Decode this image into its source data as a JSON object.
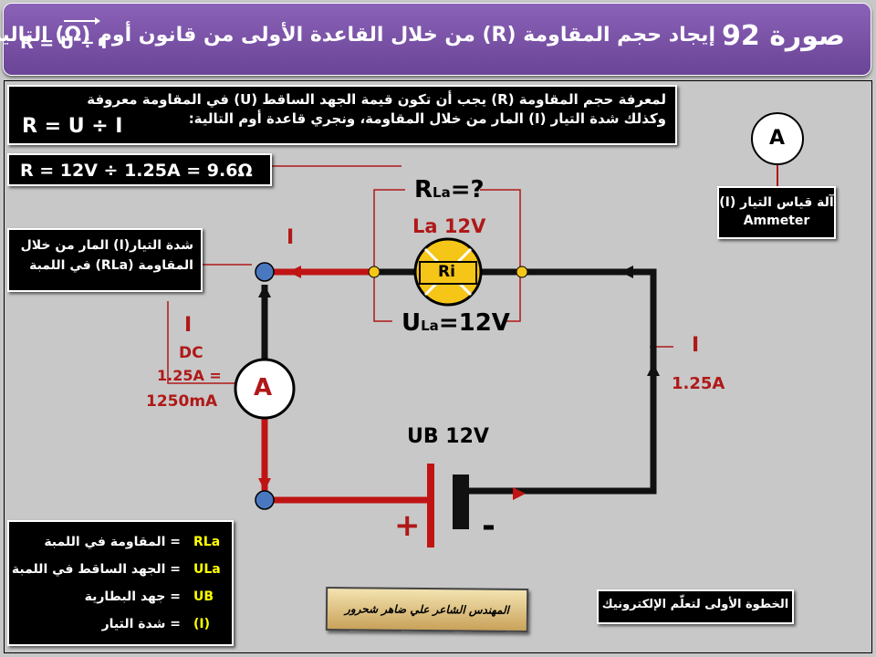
{
  "header": {
    "slide_label": "صورة",
    "slide_number": "92",
    "title": "إيجاد حجم المقاومة (R) من خلال القاعدة الأولى من قانون أوم (Ω) التالية:",
    "formula": "R = U ÷ I"
  },
  "intro": {
    "line1": "لمعرفة حجم المقاومة (R) يجب أن تكون قيمة الجهد الساقط (U) في المقاومة معروفة",
    "line2": "وكذلك شدة التيار (I) المار من خلال المقاومة، ونجري قاعدة أوم التالية:",
    "formula": "R = U ÷ I"
  },
  "calc": "R = 12V ÷ 1.25A = 9.6Ω",
  "note_current": {
    "line1": "شدة التيار(I) المار من خلال",
    "line2": "المقاومة (RLa) في اللمبة"
  },
  "ammeter_note": {
    "line1": "آلة قياس التيار (I)",
    "line2": "Ammeter",
    "symbol": "A"
  },
  "circuit": {
    "r_label": "R",
    "r_sub": "La",
    "r_suffix": "=?",
    "lamp_label": "La 12V",
    "ri": "Ri",
    "u_label": "U",
    "u_sub": "La",
    "u_value": "=12V",
    "current_top": "I",
    "current_left": "I",
    "dc": "DC",
    "current_value1": "1.25A =",
    "current_value2": "1250mA",
    "meter": "A",
    "current_right": "I",
    "current_right_value": "1.25A",
    "battery": "UB 12V",
    "plus": "+",
    "minus": "-"
  },
  "legend": [
    {
      "symbol": "RLa",
      "text": "= المقاومة في اللمبة"
    },
    {
      "symbol": "ULa",
      "text": "= الجهد الساقط في اللمبة"
    },
    {
      "symbol": "UB",
      "text": "= جهد البطارية"
    },
    {
      "symbol": "(I)",
      "text": "= شدة التيار"
    }
  ],
  "credit": "المهندس الشاعر علي ضاهر شحرور",
  "motto": "الخطوة الأولى لتعلّم الإلكترونيك",
  "colors": {
    "header": "#7a52a8",
    "wire_red": "#c01414",
    "wire_black": "#111111",
    "lamp": "#f5c518",
    "node": "#4a78c0"
  }
}
